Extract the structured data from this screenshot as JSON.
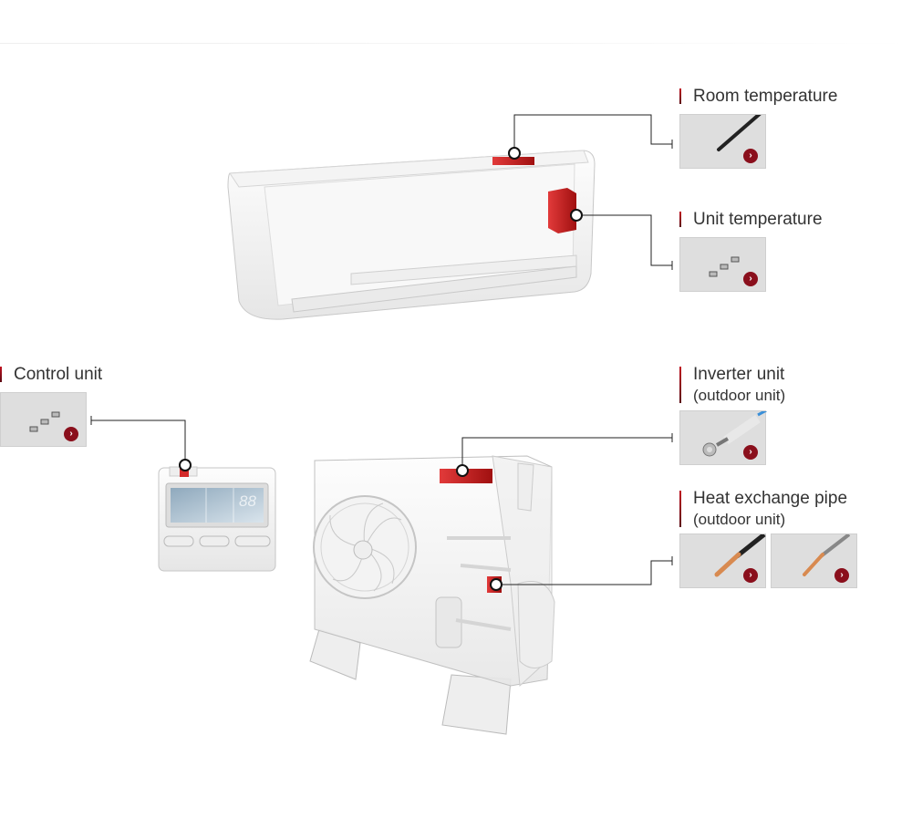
{
  "sensors": [
    {
      "title": "Room temperature",
      "subtitle": null
    },
    {
      "title": "Unit temperature",
      "subtitle": null
    },
    {
      "title": "Control unit",
      "subtitle": null
    },
    {
      "title": "Inverter unit",
      "subtitle": "(outdoor unit)"
    },
    {
      "title": "Heat exchange pipe",
      "subtitle": "(outdoor unit)"
    }
  ],
  "remote_display": "88",
  "go_icon": "›",
  "colors": {
    "accent": "#8a0f1c",
    "hotspot": "#d42a2a"
  }
}
